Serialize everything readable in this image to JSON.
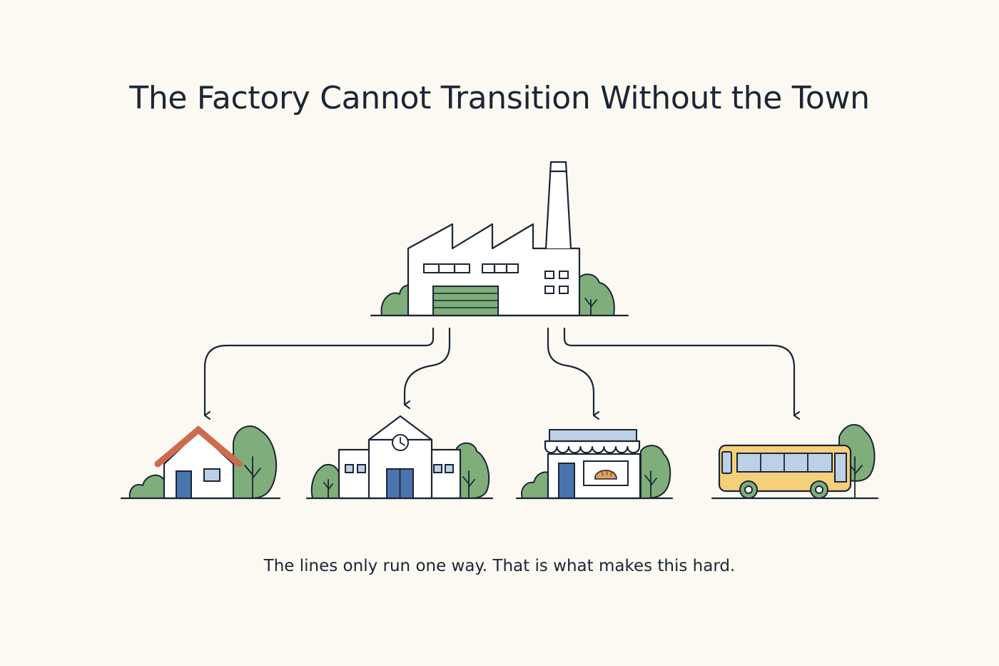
{
  "title": "The Factory Cannot Transition Without the Town",
  "caption": "The lines only run one way. That is what makes this hard.",
  "colors": {
    "background": "#fbf9f1",
    "ink": "#1b2535",
    "tree_green": "#7fae7b",
    "door_blue": "#4a74ad",
    "window_blue": "#bcd1e6",
    "roof_red": "#cf6a4e",
    "bus_yellow": "#f5cf79"
  },
  "nodes": [
    {
      "id": "factory",
      "icon": "factory-icon"
    },
    {
      "id": "house",
      "icon": "house-icon"
    },
    {
      "id": "school",
      "icon": "school-icon"
    },
    {
      "id": "bakery",
      "icon": "bakery-shop-icon"
    },
    {
      "id": "bus",
      "icon": "bus-icon"
    }
  ],
  "edges": [
    {
      "from": "factory",
      "to": "house"
    },
    {
      "from": "factory",
      "to": "school"
    },
    {
      "from": "factory",
      "to": "bakery"
    },
    {
      "from": "factory",
      "to": "bus"
    }
  ]
}
